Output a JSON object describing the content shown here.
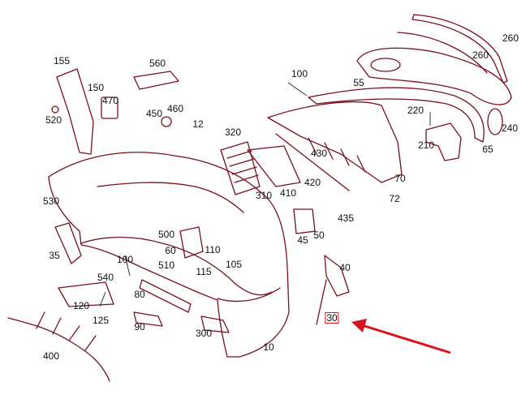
{
  "diagram": {
    "part_labels": [
      "155",
      "560",
      "150",
      "470",
      "460",
      "450",
      "520",
      "12",
      "100",
      "55",
      "220",
      "210",
      "240",
      "65",
      "260",
      "260",
      "320",
      "430",
      "70",
      "410",
      "420",
      "72",
      "310",
      "530",
      "35",
      "500",
      "45",
      "50",
      "435",
      "110",
      "60",
      "105",
      "100",
      "510",
      "115",
      "540",
      "40",
      "80",
      "120",
      "125",
      "90",
      "300",
      "400",
      "10",
      "30"
    ],
    "highlighted_label": "30"
  },
  "colors": {
    "line": "#7a0f1c",
    "arrow": "#d8141c",
    "highlight_box": "#e0141e",
    "text": "#111111"
  }
}
